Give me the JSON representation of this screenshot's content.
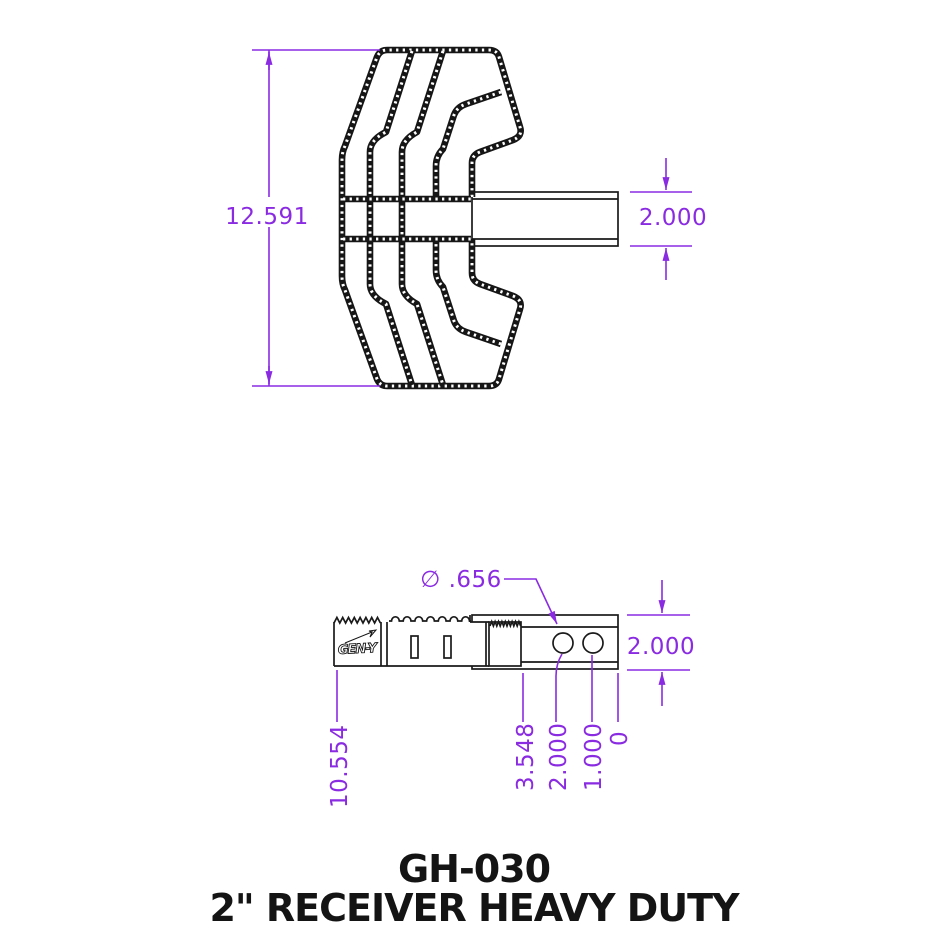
{
  "drawing": {
    "part_number": "GH-030",
    "part_name": "2\" RECEIVER HEAVY DUTY",
    "colors": {
      "dimension_color": "#8a2be2",
      "line_color": "#1a1a1a",
      "background": "#ffffff"
    },
    "top_view": {
      "overall_height": "12.591",
      "shaft_height": "2.000"
    },
    "side_view": {
      "hole_diameter": "∅ .656",
      "receiver_height": "2.000",
      "ordinate_dimensions": [
        "10.554",
        "3.548",
        "2.000",
        "1.000",
        "0"
      ],
      "logo": "GEN-Y"
    }
  }
}
